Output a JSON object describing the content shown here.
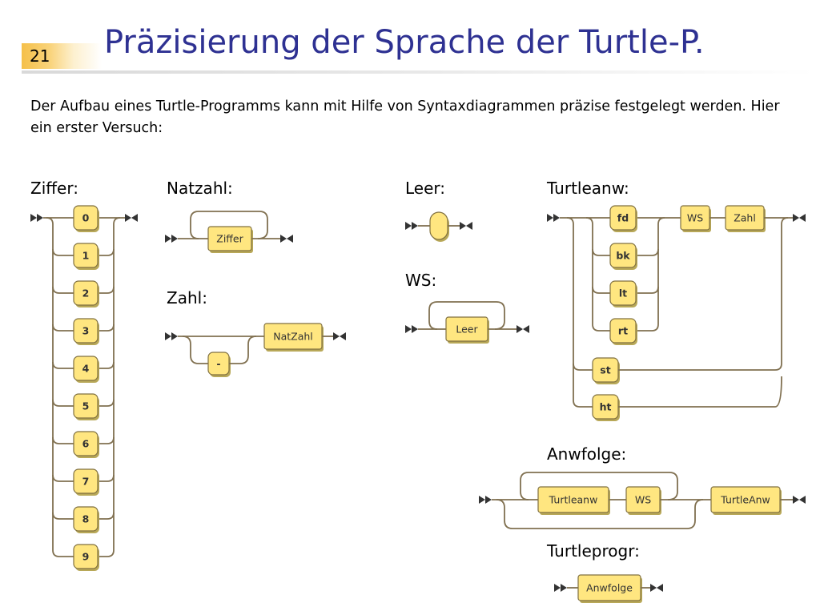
{
  "slide": {
    "number": "21",
    "title": "Präzisierung der Sprache der Turtle-P.",
    "intro": "Der Aufbau eines Turtle-Programms kann mit Hilfe von Syntaxdiagrammen präzise festgelegt werden. Hier ein erster Versuch:"
  },
  "diagrams": {
    "ziffer": {
      "label": "Ziffer:",
      "digits": [
        "0",
        "1",
        "2",
        "3",
        "4",
        "5",
        "6",
        "7",
        "8",
        "9"
      ]
    },
    "natzahl": {
      "label": "Natzahl:",
      "box": "Ziffer"
    },
    "zahl": {
      "label": "Zahl:",
      "minus": "-",
      "box": "NatZahl"
    },
    "leer": {
      "label": "Leer:"
    },
    "ws": {
      "label": "WS:",
      "box": "Leer"
    },
    "turtleanw": {
      "label": "Turtleanw:",
      "commands": [
        "fd",
        "bk",
        "lt",
        "rt"
      ],
      "ws": "WS",
      "zahl": "Zahl",
      "st": "st",
      "ht": "ht"
    },
    "anwfolge": {
      "label": "Anwfolge:",
      "turtleanw": "Turtleanw",
      "ws": "WS",
      "turtleanw2": "TurtleAnw"
    },
    "turtleprogr": {
      "label": "Turtleprogr:",
      "box": "Anwfolge"
    }
  },
  "colors": {
    "title": "#2e3192",
    "box_fill": "#ffe680",
    "line": "#807050"
  }
}
